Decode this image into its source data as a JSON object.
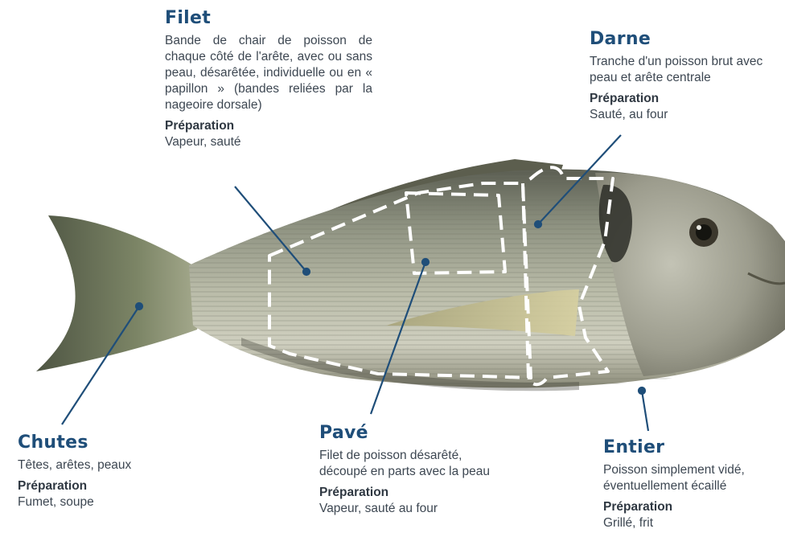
{
  "labels": {
    "filet": {
      "title": "Filet",
      "description": "Bande de chair de poisson de chaque côté de l'arête, avec ou sans peau, désarêtée, individuelle ou en « papillon » (bandes reliées par la nageoire dorsale)",
      "prep_title": "Préparation",
      "prep": "Vapeur, sauté"
    },
    "darne": {
      "title": "Darne",
      "description": "Tranche d'un poisson brut avec peau et arête centrale",
      "prep_title": "Préparation",
      "prep": "Sauté, au four"
    },
    "chutes": {
      "title": "Chutes",
      "description": "Têtes, arêtes, peaux",
      "prep_title": "Préparation",
      "prep": "Fumet, soupe"
    },
    "pave": {
      "title": "Pavé",
      "description": "Filet de poisson désarêté, découpé en parts avec la peau",
      "prep_title": "Préparation",
      "prep": "Vapeur, sauté au four"
    },
    "entier": {
      "title": "Entier",
      "description": "Poisson simplement vidé, éventuellement écaillé",
      "prep_title": "Préparation",
      "prep": "Grillé, frit"
    }
  },
  "colors": {
    "title": "#1f4e79",
    "leader_line": "#1f4e79",
    "cut_outline": "#ffffff"
  }
}
